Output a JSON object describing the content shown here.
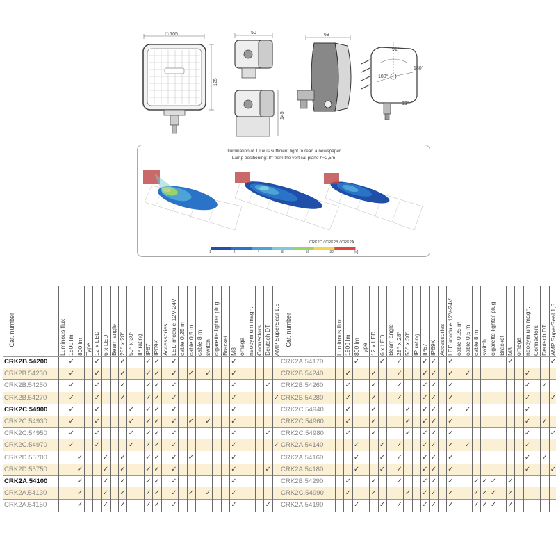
{
  "drawings": {
    "width_label": "□ 105",
    "height_label": "125",
    "depth_label": "50",
    "mount_height_label": "145",
    "side_depth_label": "68",
    "angle_top": "91°",
    "angle_left": "180°",
    "angle_right": "180°",
    "angle_bottom": "33°"
  },
  "illumination": {
    "line1": "Illumination of 1 lux is sufficient light to read a newspaper",
    "line2": "Lamp positioning: 8° from the vertical plane h=2,5m",
    "legend_caption": "CRK2C / CRK2B / CRK2A",
    "scale_labels": [
      "1",
      "2",
      "4",
      "8",
      "16",
      "32",
      "[lx]"
    ],
    "scale_colors": [
      "#1f4fa8",
      "#2b73c6",
      "#4da3d8",
      "#7ccbd8",
      "#9ad26b",
      "#f2d64b",
      "#e2453a"
    ]
  },
  "columns": [
    "Luminous flux",
    "1600 lm",
    "800 lm",
    "Type",
    "12 x LED",
    "6 x LED",
    "Beam angle",
    "28° x 28°",
    "50° x 30°",
    "IP rating",
    "IP67",
    "IP69K",
    "Accessories",
    "LED module 12V-24V",
    "cable 0,25 m",
    "cable 0,5 m",
    "cable 8 m",
    "switch",
    "cigarette lighter plug",
    "Bracket",
    "M8",
    "omega",
    "neodymium magn.",
    "Connectors",
    "Deutsch DT",
    "AMP SuperSeal 1,5"
  ],
  "cat_header": "Cat. number",
  "left_rows": [
    {
      "cat": "CRK2B.54200",
      "bold": true,
      "checks": [
        1,
        4,
        7,
        10,
        11,
        13,
        20
      ]
    },
    {
      "cat": "CRK2B.54230",
      "bold": false,
      "checks": [
        1,
        4,
        7,
        10,
        11,
        13,
        15,
        17,
        20
      ]
    },
    {
      "cat": "CRK2B.54250",
      "bold": false,
      "checks": [
        1,
        4,
        7,
        10,
        11,
        13,
        20,
        24
      ]
    },
    {
      "cat": "CRK2B.54270",
      "bold": false,
      "checks": [
        1,
        4,
        7,
        10,
        11,
        13,
        20,
        25
      ]
    },
    {
      "cat": "CRK2C.54900",
      "bold": true,
      "checks": [
        1,
        4,
        8,
        10,
        11,
        13,
        20
      ]
    },
    {
      "cat": "CRK2C.54930",
      "bold": false,
      "checks": [
        1,
        4,
        8,
        10,
        11,
        13,
        15,
        17,
        20
      ]
    },
    {
      "cat": "CRK2C.54950",
      "bold": false,
      "checks": [
        1,
        4,
        8,
        10,
        11,
        13,
        20,
        24
      ]
    },
    {
      "cat": "CRK2C.54970",
      "bold": false,
      "checks": [
        1,
        4,
        8,
        10,
        11,
        13,
        20,
        25
      ]
    },
    {
      "cat": "CRK2D.55700",
      "bold": false,
      "checks": [
        2,
        5,
        7,
        10,
        11,
        13,
        15,
        20
      ]
    },
    {
      "cat": "CRK2D.55750",
      "bold": false,
      "checks": [
        2,
        5,
        7,
        10,
        11,
        13,
        20,
        24
      ]
    },
    {
      "cat": "CRK2A.54100",
      "bold": true,
      "checks": [
        2,
        5,
        7,
        10,
        11,
        13,
        20
      ]
    },
    {
      "cat": "CRK2A.54130",
      "bold": false,
      "checks": [
        2,
        5,
        7,
        10,
        11,
        13,
        15,
        17,
        20
      ]
    },
    {
      "cat": "CRK2A.54150",
      "bold": false,
      "checks": [
        2,
        5,
        7,
        10,
        11,
        13,
        20,
        24
      ]
    }
  ],
  "right_rows": [
    {
      "cat": "CRK2A.54170",
      "bold": false,
      "checks": [
        2,
        5,
        7,
        10,
        11,
        13,
        20,
        25
      ]
    },
    {
      "cat": "CRK2B.54240",
      "bold": false,
      "checks": [
        1,
        4,
        7,
        10,
        11,
        13,
        15,
        22
      ]
    },
    {
      "cat": "CRK2B.54260",
      "bold": false,
      "checks": [
        1,
        4,
        7,
        10,
        11,
        13,
        22,
        24
      ]
    },
    {
      "cat": "CRK2B.54280",
      "bold": false,
      "checks": [
        1,
        4,
        7,
        10,
        11,
        13,
        22,
        25
      ]
    },
    {
      "cat": "CRK2C.54940",
      "bold": false,
      "checks": [
        1,
        4,
        8,
        10,
        11,
        13,
        15,
        22
      ]
    },
    {
      "cat": "CRK2C.54960",
      "bold": false,
      "checks": [
        1,
        4,
        8,
        10,
        11,
        13,
        22,
        24
      ]
    },
    {
      "cat": "CRK2C.54980",
      "bold": false,
      "checks": [
        1,
        4,
        8,
        10,
        11,
        13,
        22,
        25
      ]
    },
    {
      "cat": "CRK2A.54140",
      "bold": false,
      "checks": [
        2,
        5,
        7,
        10,
        11,
        13,
        15,
        22
      ]
    },
    {
      "cat": "CRK2A.54160",
      "bold": false,
      "checks": [
        2,
        5,
        7,
        10,
        11,
        13,
        22,
        24
      ]
    },
    {
      "cat": "CRK2A.54180",
      "bold": false,
      "checks": [
        2,
        5,
        7,
        10,
        11,
        13,
        22,
        25
      ]
    },
    {
      "cat": "CRK2B.54290",
      "bold": false,
      "checks": [
        1,
        4,
        7,
        10,
        11,
        13,
        16,
        17,
        18,
        20
      ]
    },
    {
      "cat": "CRK2C.54990",
      "bold": false,
      "checks": [
        1,
        4,
        8,
        10,
        11,
        13,
        16,
        17,
        18,
        20
      ]
    },
    {
      "cat": "CRK2A.54190",
      "bold": false,
      "checks": [
        2,
        5,
        7,
        10,
        11,
        13,
        16,
        17,
        18,
        20
      ]
    }
  ]
}
